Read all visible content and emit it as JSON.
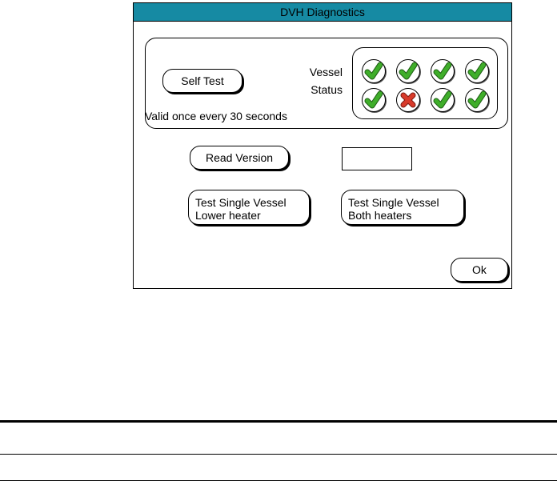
{
  "dialog": {
    "title": "DVH Diagnostics",
    "self_test_label": "Self Test",
    "vessel_status_line1": "Vessel",
    "vessel_status_line2": "Status",
    "valid_note": "Valid once every 30 seconds",
    "read_version_label": "Read Version",
    "version_value": "",
    "test_lower_line1": "Test Single Vessel",
    "test_lower_line2": "Lower heater",
    "test_both_line1": "Test Single Vessel",
    "test_both_line2": "Both heaters",
    "ok_label": "Ok"
  },
  "vessels": [
    {
      "status": "pass",
      "icon": "check-icon"
    },
    {
      "status": "pass",
      "icon": "check-icon"
    },
    {
      "status": "pass",
      "icon": "check-icon"
    },
    {
      "status": "pass",
      "icon": "check-icon"
    },
    {
      "status": "pass",
      "icon": "check-icon"
    },
    {
      "status": "fail",
      "icon": "x-icon"
    },
    {
      "status": "pass",
      "icon": "check-icon"
    },
    {
      "status": "pass",
      "icon": "check-icon"
    }
  ],
  "colors": {
    "titlebar": "#168aa3",
    "pass": "#3fae2a",
    "fail": "#d83a2a"
  }
}
